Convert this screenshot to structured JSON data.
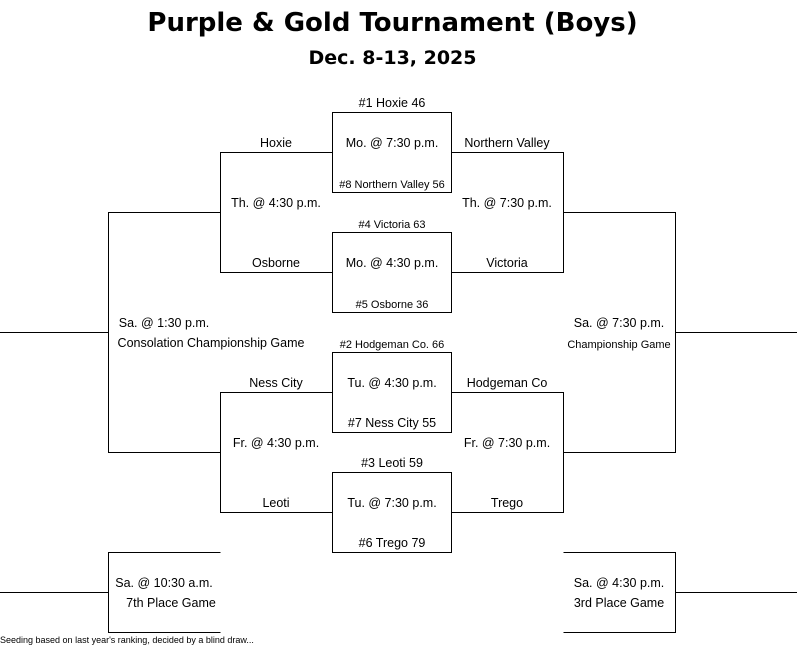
{
  "header": {
    "title": "Purple & Gold Tournament (Boys)",
    "dates": "Dec. 8-13, 2025"
  },
  "first_round": [
    {
      "top_seed": "#1 Hoxie 46",
      "time": "Mo. @ 7:30 p.m.",
      "bottom_seed": "#8 Northern Valley 56"
    },
    {
      "top_seed": "#4 Victoria 63",
      "time": "Mo. @ 4:30 p.m.",
      "bottom_seed": "#5 Osborne 36"
    },
    {
      "top_seed": "#2 Hodgeman Co. 66",
      "time": "Tu. @ 4:30 p.m.",
      "bottom_seed": "#7 Ness City 55"
    },
    {
      "top_seed": "#3 Leoti 59",
      "time": "Tu. @ 7:30 p.m.",
      "bottom_seed": "#6 Trego 79"
    }
  ],
  "left_semis": [
    {
      "top": "Hoxie",
      "time": "Th. @ 4:30 p.m.",
      "bottom": "Osborne"
    },
    {
      "top": "Ness City",
      "time": "Fr. @ 4:30 p.m.",
      "bottom": "Leoti"
    }
  ],
  "right_semis": [
    {
      "top": "Northern Valley",
      "time": "Th. @ 7:30 p.m.",
      "bottom": "Victoria"
    },
    {
      "top": "Hodgeman Co",
      "time": "Fr. @ 7:30 p.m.",
      "bottom": "Trego"
    }
  ],
  "consolation": {
    "time": "Sa. @ 1:30 p.m.",
    "label": "Consolation Championship Game"
  },
  "championship": {
    "time": "Sa. @ 7:30 p.m.",
    "label": "Championship Game"
  },
  "seventh_place": {
    "time": "Sa. @ 10:30 a.m.",
    "label": "7th Place Game"
  },
  "third_place": {
    "time": "Sa. @ 4:30 p.m.",
    "label": "3rd Place Game"
  },
  "footnote": "Seeding based on last year's ranking, decided by a blind draw..."
}
